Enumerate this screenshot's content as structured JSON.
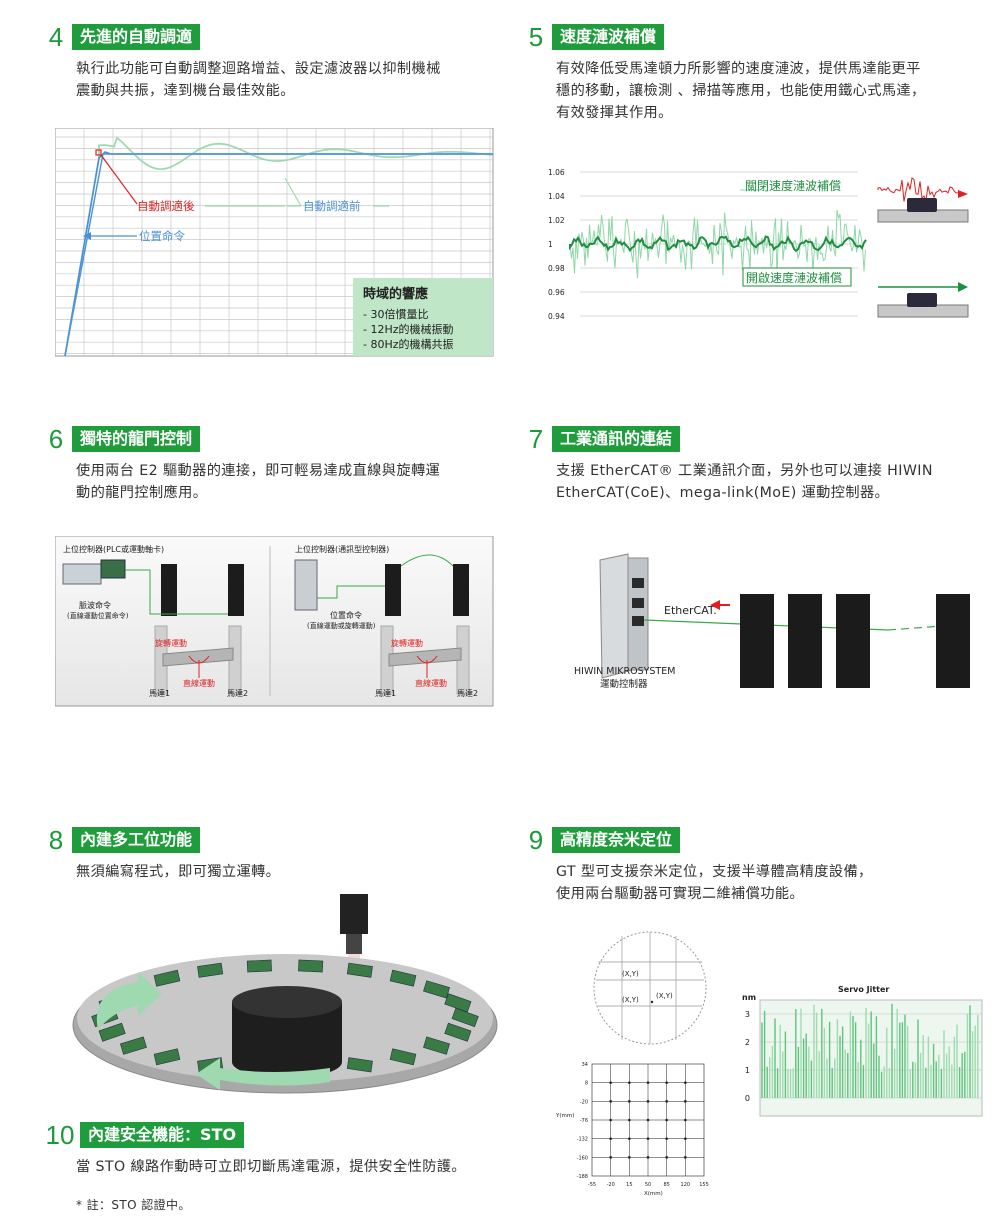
{
  "sections": [
    {
      "num": "4",
      "title": "先進的自動調適",
      "desc": [
        "執行此功能可自動調整迴路增益、設定濾波器以抑制機械",
        "震動與共振，達到機台最佳效能。"
      ]
    },
    {
      "num": "5",
      "title": "速度漣波補償",
      "desc": [
        "有效降低受馬達頓力所影響的速度漣波，提供馬達能更平",
        "穩的移動，讓檢測 、掃描等應用，也能使用鐵心式馬達，",
        "有效發揮其作用。"
      ]
    },
    {
      "num": "6",
      "title": "獨特的龍門控制",
      "desc": [
        "使用兩台 E2 驅動器的連接，即可輕易達成直線與旋轉運",
        "動的龍門控制應用。"
      ]
    },
    {
      "num": "7",
      "title": "工業通訊的連結",
      "desc": [
        "支援 EtherCAT® 工業通訊介面，另外也可以連接 HIWIN",
        "EtherCAT(CoE)、mega-link(MoE) 運動控制器。"
      ]
    },
    {
      "num": "8",
      "title": "內建多工位功能",
      "desc": [
        "無須編寫程式，即可獨立運轉。"
      ]
    },
    {
      "num": "9",
      "title": "高精度奈米定位",
      "desc": [
        "GT 型可支援奈米定位，支援半導體高精度設備，",
        "使用兩台驅動器可實現二維補償功能。"
      ]
    },
    {
      "num": "10",
      "title": "內建安全機能：STO",
      "desc": [
        "當 STO 線路作動時可立即切斷馬達電源，提供安全性防護。"
      ]
    }
  ],
  "note": "* 註：STO 認證中。",
  "s4_chart": {
    "label_after": "自動調適後",
    "label_before": "自動調適前",
    "label_cmd": "位置命令",
    "box_title": "時域的響應",
    "box_items": [
      "- 30倍慣量比",
      "- 12Hz的機械振動",
      "- 80Hz的機構共振"
    ],
    "color_after": "#4a90d9",
    "color_before": "#9fd9b0",
    "color_marker": "#e02020"
  },
  "s5_chart": {
    "yticks": [
      "1.06",
      "1.04",
      "1.02",
      "1",
      "0.98",
      "0.96",
      "0.94"
    ],
    "label_off": "關閉速度漣波補償",
    "label_on": "開啟速度漣波補償"
  },
  "s6_diagram": {
    "left_title": "上位控制器(PLC或運動軸卡)",
    "left_cmd": [
      "脈波命令",
      "(直線運動位置命令)"
    ],
    "right_title": "上位控制器(通訊型控制器)",
    "right_cmd": [
      "位置命令",
      "(直線運動或旋轉運動)"
    ],
    "rotate": "旋轉運動",
    "linear": "直線運動",
    "motor1": "馬達1",
    "motor2": "馬達2"
  },
  "s7_diagram": {
    "ethercat": "EtherCAT.",
    "controller": [
      "HIWIN MIKROSYSTEM",
      "運動控制器"
    ]
  },
  "s9_chart": {
    "xy_label": "(X,Y)",
    "jitter_title": "Servo Jitter",
    "jitter_unit": "nm",
    "jitter_yticks": [
      "3",
      "2",
      "1",
      "0"
    ],
    "grid_yticks": [
      "34",
      "8",
      "-20",
      "-76",
      "-132",
      "-160",
      "-188"
    ],
    "grid_xticks": [
      "-55",
      "-20",
      "15",
      "50",
      "85",
      "120",
      "155"
    ],
    "grid_ylabel": "Y(mm)",
    "grid_xlabel": "X(mm)"
  }
}
